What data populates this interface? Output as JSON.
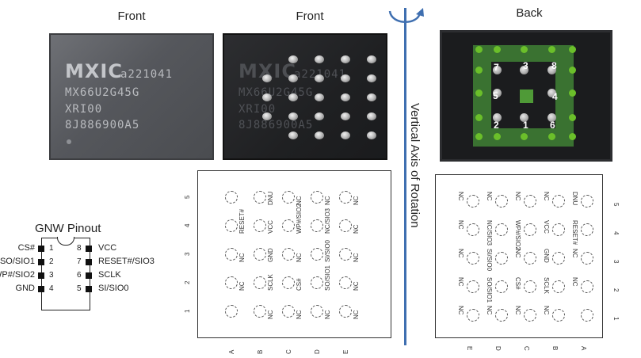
{
  "captions": {
    "front_1": "Front",
    "front_2": "Front",
    "back": "Back",
    "axis": "Vertical Axis of Rotation",
    "pinout_title": "GNW Pinout"
  },
  "chip_markings": {
    "logo": "MXIC",
    "line1": "a221041",
    "line2": "MX66U2G45G",
    "line3": "XRI00",
    "line4": "8J886900A5"
  },
  "back_pin_numbers": [
    "7",
    "3",
    "8",
    "5",
    "4",
    "2",
    "1",
    "6"
  ],
  "front_grid": {
    "row_labels": [
      "5",
      "4",
      "3",
      "2",
      "1"
    ],
    "col_labels": [
      "A",
      "B",
      "C",
      "D",
      "E"
    ],
    "balls": [
      [
        "",
        "DNU",
        "NC",
        "NC",
        "NC"
      ],
      [
        "RESET#",
        "VCC",
        "WP#/SIO2",
        "NC/SIO3",
        "NC"
      ],
      [
        "NC",
        "GND",
        "NC",
        "SI/SIO0",
        "NC"
      ],
      [
        "NC",
        "SCLK",
        "CS#",
        "SO/SIO1",
        "NC"
      ],
      [
        "",
        "NC",
        "NC",
        "NC",
        "NC"
      ]
    ]
  },
  "back_grid": {
    "row_labels": [
      "5",
      "4",
      "3",
      "2",
      "1"
    ],
    "col_labels": [
      "E",
      "D",
      "C",
      "B",
      "A"
    ],
    "balls": [
      [
        "NC",
        "NC",
        "NC",
        "NC",
        "DNU"
      ],
      [
        "NC",
        "NC/SIO3",
        "WP#/SIO2",
        "VCC",
        "RESET#"
      ],
      [
        "NC",
        "SI/SIO0",
        "NC",
        "GND",
        "NC"
      ],
      [
        "NC",
        "SO/SIO1",
        "CS#",
        "SCLK",
        "NC"
      ],
      [
        "NC",
        "NC",
        "NC",
        "NC",
        ""
      ]
    ]
  },
  "pinout": {
    "left": [
      {
        "num": "1",
        "name": "CS#"
      },
      {
        "num": "2",
        "name": "SO/SIO1"
      },
      {
        "num": "3",
        "name": "WP#/SIO2"
      },
      {
        "num": "4",
        "name": "GND"
      }
    ],
    "right": [
      {
        "num": "8",
        "name": "VCC"
      },
      {
        "num": "7",
        "name": "RESET#/SIO3"
      },
      {
        "num": "6",
        "name": "SCLK"
      },
      {
        "num": "5",
        "name": "SI/SIO0"
      }
    ]
  },
  "colors": {
    "axis": "#3f6fb0",
    "highlight_green": "#3d7a33"
  }
}
